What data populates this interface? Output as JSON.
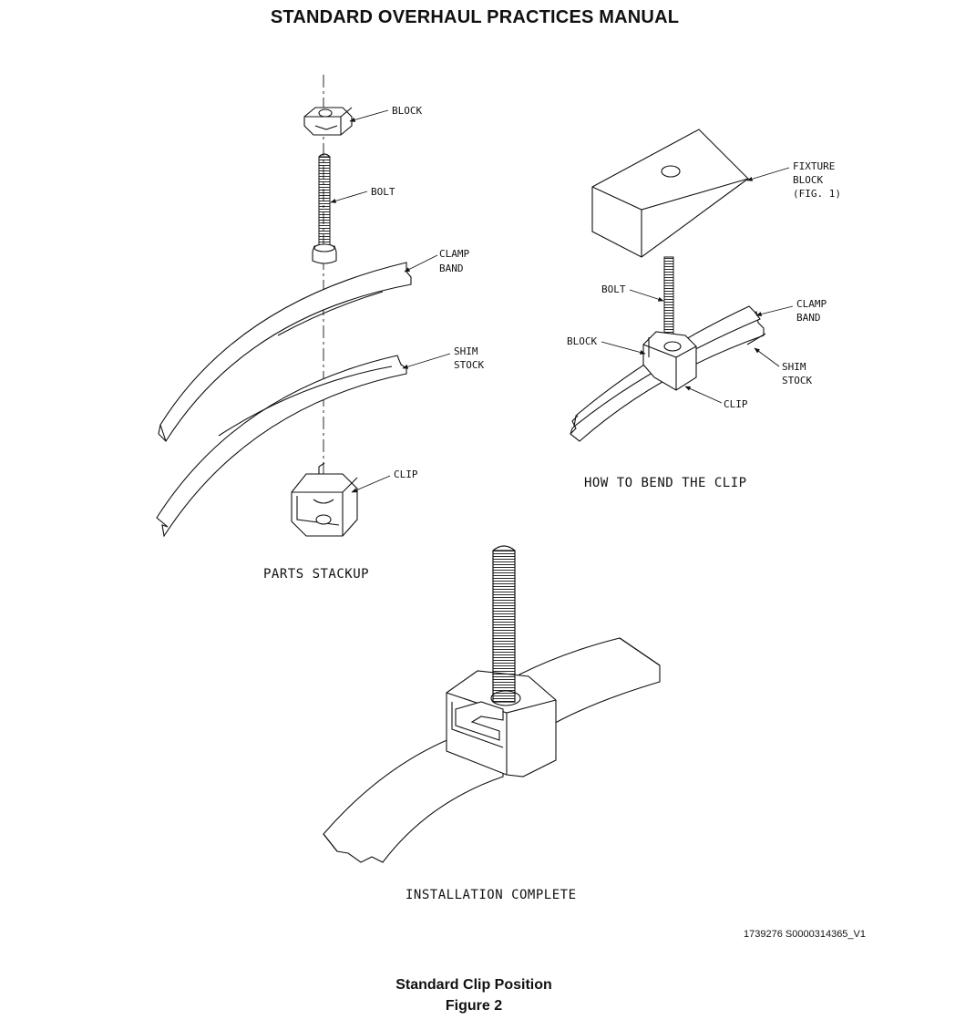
{
  "header": {
    "title": "STANDARD OVERHAUL PRACTICES MANUAL"
  },
  "parts_stackup": {
    "labels": {
      "block": "BLOCK",
      "bolt": "BOLT",
      "clamp_band": [
        "CLAMP",
        "BAND"
      ],
      "shim_stock": [
        "SHIM",
        "STOCK"
      ],
      "clip": "CLIP"
    },
    "caption": "PARTS STACKUP"
  },
  "bend_clip": {
    "labels": {
      "fixture_block": [
        "FIXTURE",
        "BLOCK",
        "(FIG. 1)"
      ],
      "bolt": "BOLT",
      "block": "BLOCK",
      "clamp_band": [
        "CLAMP",
        "BAND"
      ],
      "shim_stock": [
        "SHIM",
        "STOCK"
      ],
      "clip": "CLIP"
    },
    "caption": "HOW TO BEND THE CLIP"
  },
  "installation": {
    "caption": "INSTALLATION COMPLETE"
  },
  "reference_id": "1739276 S0000314365_V1",
  "figure": {
    "title": "Standard Clip Position",
    "number": "Figure 2"
  }
}
